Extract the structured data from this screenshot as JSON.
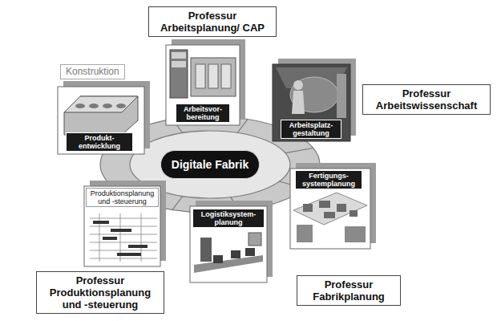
{
  "diagram": {
    "nodes": [
      {
        "text": [
          "Professur Arbeitsplanung/ CAP"
        ]
      },
      {
        "text": [
          "Konstruktion"
        ]
      },
      {
        "text": [
          "Produkt- entwicklung"
        ]
      },
      {
        "text": [
          "Arbeitsvor- bereitung"
        ]
      },
      {
        "text": [
          "Arbeitsplatz- gestaltung"
        ]
      },
      {
        "text": [
          "Professur Arbeitswissenschaft"
        ]
      },
      {
        "text": [
          "Digitale Fabrik"
        ]
      },
      {
        "text": [
          "Produktionsplanung und -steuerung"
        ]
      },
      {
        "text": [
          "Logistiksystem- planung"
        ]
      },
      {
        "text": [
          "Fertigungs- systemplanung"
        ]
      },
      {
        "text": [
          "Professur Produktionsplanung und -steuerung"
        ]
      },
      {
        "text": [
          "Professur Fabrikplanung"
        ]
      }
    ]
  }
}
